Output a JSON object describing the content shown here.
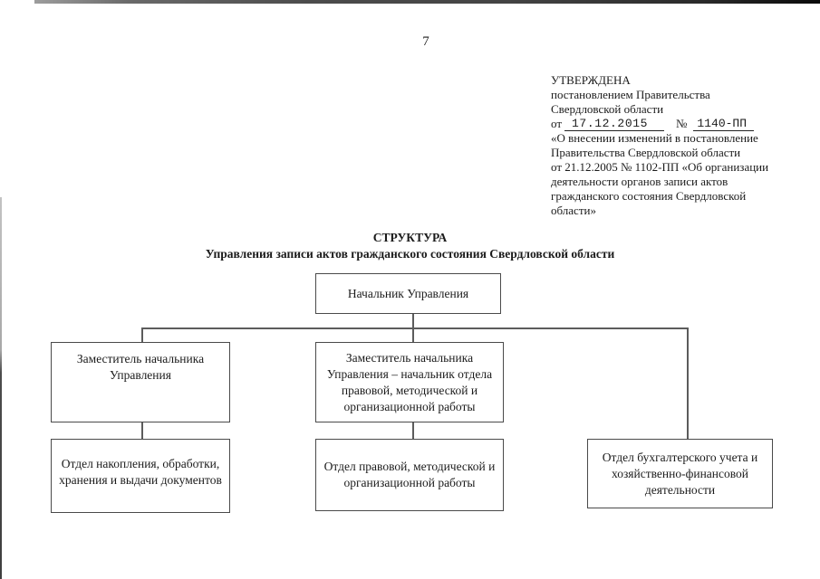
{
  "page_number": "7",
  "approval": {
    "line1": "УТВЕРЖДЕНА",
    "line2": "постановлением Правительства",
    "line3": "Свердловской области",
    "date_label": "от",
    "date_value": "17.12.2015",
    "number_label": "№",
    "number_value": "1140-ПП",
    "line5": "«О внесении изменений в постановление",
    "line6": "Правительства Свердловской области",
    "line7": "от 21.12.2005 № 1102-ПП «Об организации",
    "line8": "деятельности органов записи актов",
    "line9": "гражданского состояния Свердловской",
    "line10": "области»"
  },
  "title": {
    "heading": "СТРУКТУРА",
    "subheading": "Управления записи актов гражданского состояния Свердловской области"
  },
  "org_chart": {
    "head": "Начальник Управления",
    "deputy_left": "Заместитель начальника Управления",
    "deputy_center": "Заместитель начальника Управления – начальник отдела правовой, методической и организационной работы",
    "dept_left": "Отдел накопления, обработки, хранения и выдачи документов",
    "dept_center": "Отдел правовой, методической и организационной работы",
    "dept_right": "Отдел бухгалтерского учета и хозяйственно-финансовой деятельности"
  }
}
